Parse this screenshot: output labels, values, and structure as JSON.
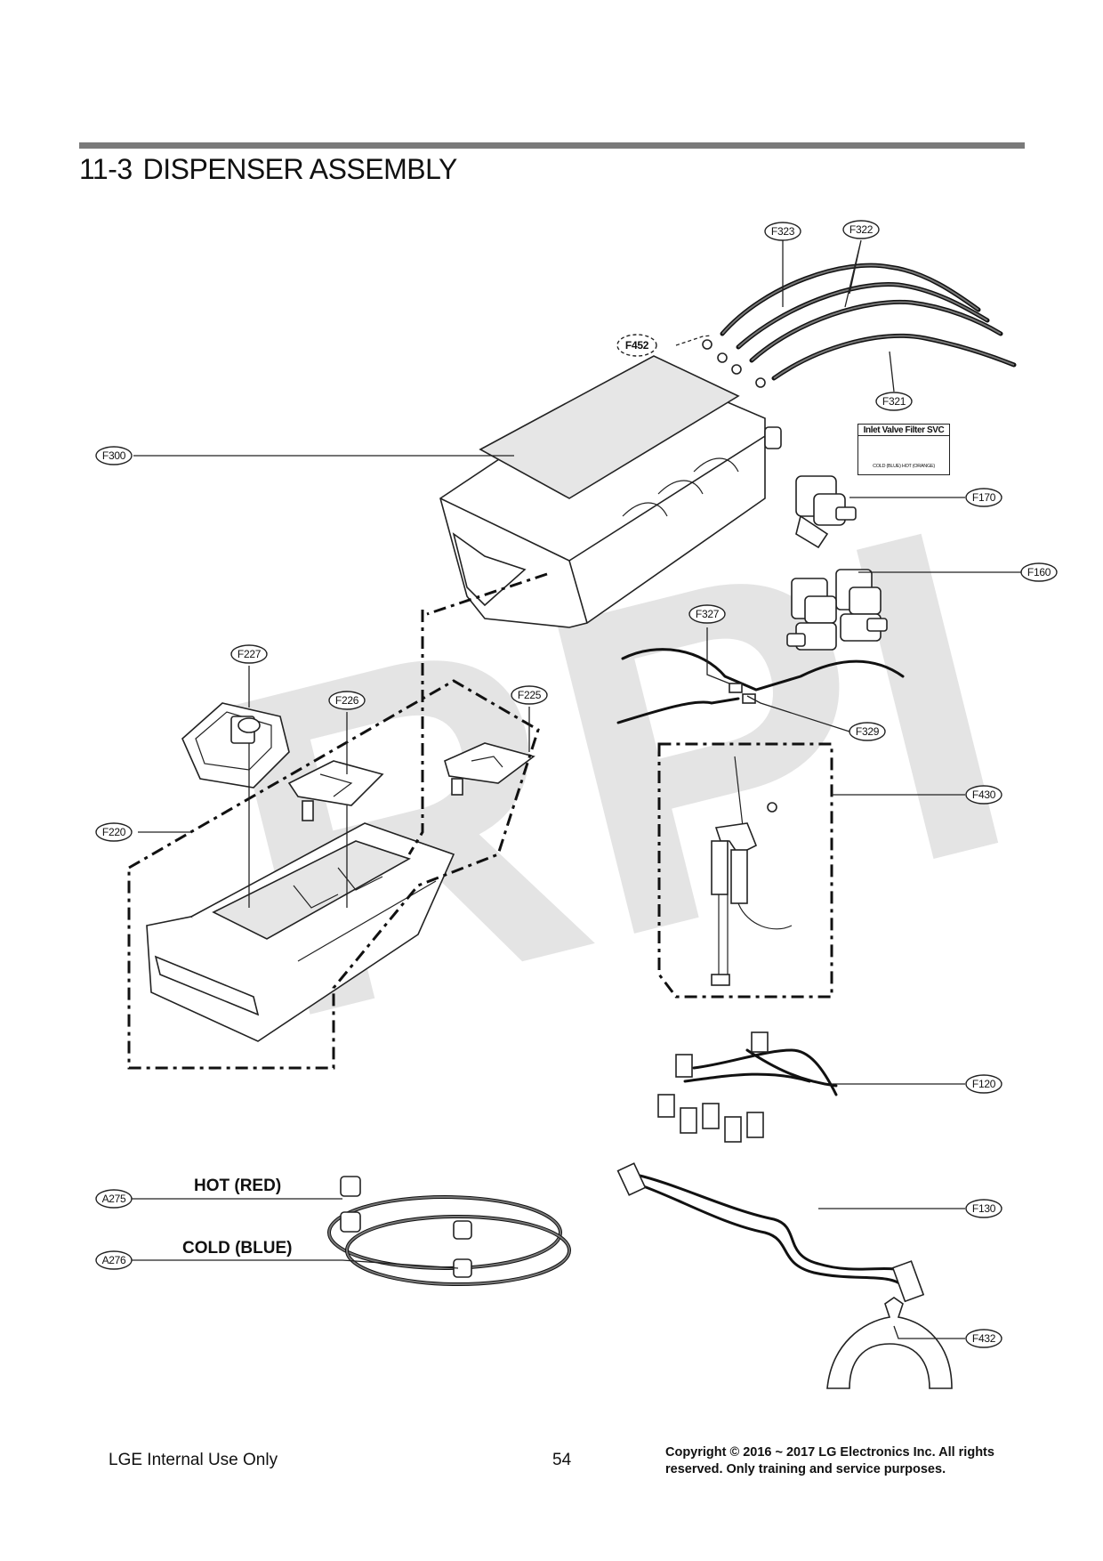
{
  "section": {
    "number": "11-3",
    "title": "DISPENSER ASSEMBLY"
  },
  "watermark": "RPI",
  "callouts": {
    "F323": "F323",
    "F322": "F322",
    "F452": "F452",
    "F321": "F321",
    "F300": "F300",
    "F170": "F170",
    "F160": "F160",
    "F327": "F327",
    "F329": "F329",
    "F227": "F227",
    "F226": "F226",
    "F225": "F225",
    "F220": "F220",
    "F430": "F430",
    "F120": "F120",
    "A275": "A275",
    "A276": "A276",
    "F130": "F130",
    "F432": "F432"
  },
  "inlet_filter": {
    "title": "Inlet Valve Filter SVC",
    "subtitle": "COLD (BLUE) HOT (ORANGE)"
  },
  "hose_labels": {
    "hot": "HOT (RED)",
    "cold": "COLD (BLUE)"
  },
  "footer": {
    "left": "LGE Internal Use Only",
    "page": "54",
    "copyright": "Copyright © 2016 ~ 2017 LG Electronics Inc. All rights reserved. Only training and service purposes."
  }
}
